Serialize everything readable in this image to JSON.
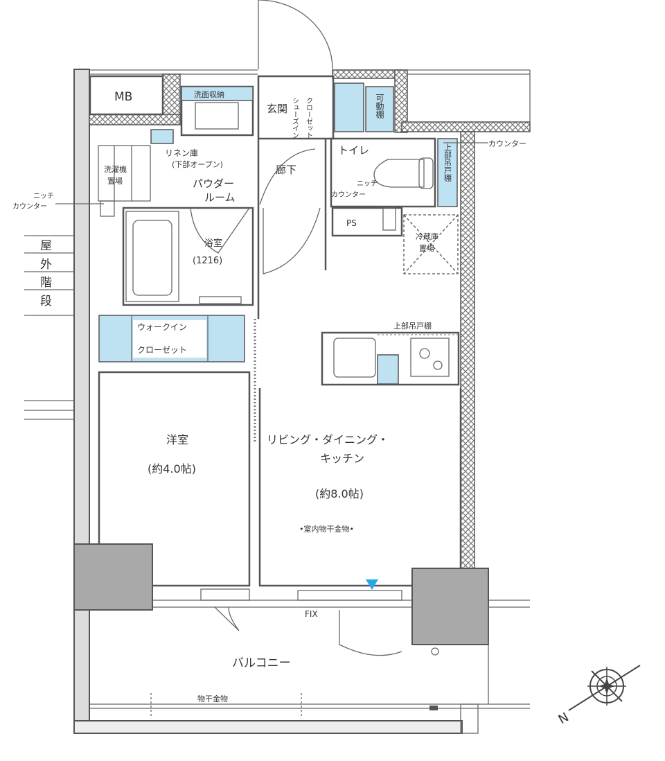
{
  "plan": {
    "rooms": {
      "mb": "MB",
      "washroom_storage": "洗面収納",
      "entrance": "玄関",
      "shoes_closet_1": "シューズイン",
      "shoes_closet_2": "クローゼット",
      "movable_shelf": "可動棚",
      "linen_1": "リネン庫",
      "linen_2": "(下部オープン)",
      "laundry_1": "洗濯機",
      "laundry_2": "置場",
      "hallway": "廊下",
      "toilet": "トイレ",
      "upper_cabinet_toilet": "上部吊戸棚",
      "counter": "カウンター",
      "niche_counter_toilet_1": "ニッチ",
      "niche_counter_toilet_2": "カウンター",
      "niche_counter_left_1": "ニッチ",
      "niche_counter_left_2": "カウンター",
      "powder_1": "パウダー",
      "powder_2": "ルーム",
      "ps": "PS",
      "fridge_1": "冷蔵庫",
      "fridge_2": "置場",
      "bath": "浴室",
      "bath_size": "(1216)",
      "outdoor_stairs": [
        "屋",
        "外",
        "階",
        "段"
      ],
      "wic_1": "ウォークイン",
      "wic_2": "クローゼット",
      "upper_cabinet_kitchen": "上部吊戸棚",
      "western_room": "洋室",
      "western_room_size": "(約4.0帖)",
      "ldk_1": "リビング・ダイニング・",
      "ldk_2": "キッチン",
      "ldk_size": "(約8.0帖)",
      "indoor_drying": "•室内物干金物•",
      "fix": "FIX",
      "balcony": "バルコニー",
      "drying_hardware": "物干金物"
    },
    "compass": {
      "label": "N",
      "icon": "compass-rose-icon"
    },
    "colors": {
      "storage": "#bfe2f2",
      "column": "#a9a9a9",
      "marker": "#29a8e0"
    }
  }
}
